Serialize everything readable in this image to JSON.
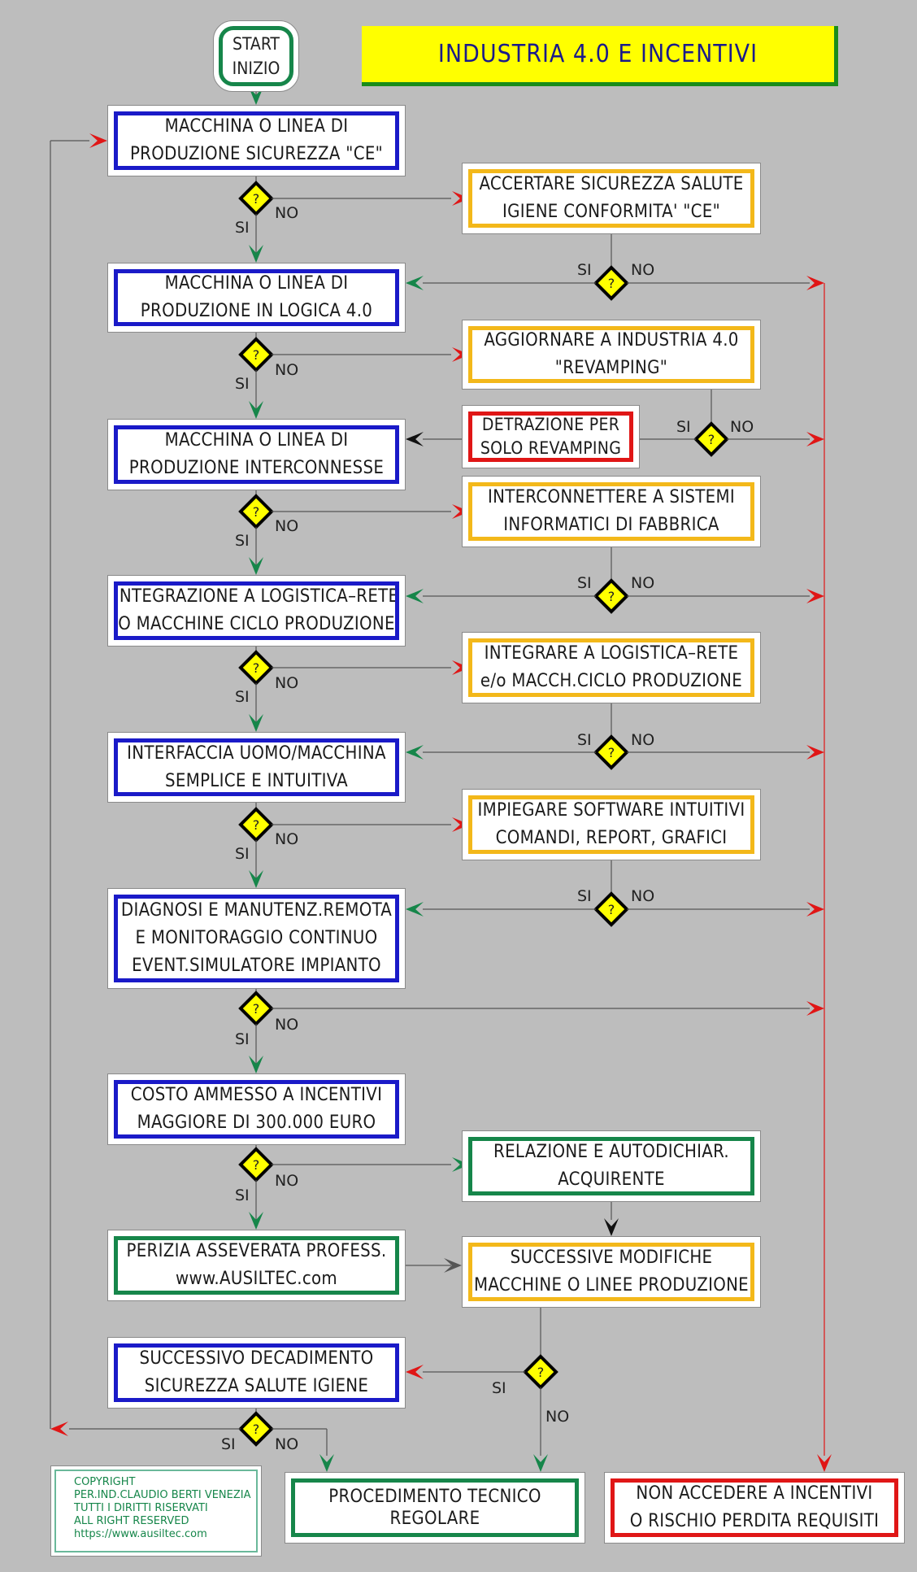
{
  "title": "INDUSTRIA 4.0 E INCENTIVI",
  "start": {
    "line1": "START",
    "line2": "INIZIO"
  },
  "boxes": {
    "b1": [
      "MACCHINA O LINEA DI",
      "PRODUZIONE SICUREZZA \"CE\""
    ],
    "b2": [
      "MACCHINA O LINEA DI",
      "PRODUZIONE IN LOGICA 4.0"
    ],
    "b3": [
      "MACCHINA O LINEA DI",
      "PRODUZIONE INTERCONNESSE"
    ],
    "b4": [
      "INTEGRAZIONE A LOGISTICA–RETE",
      "O MACCHINE CICLO PRODUZIONE"
    ],
    "b5": [
      "INTERFACCIA UOMO/MACCHINA",
      "SEMPLICE E INTUITIVA"
    ],
    "b6": [
      "DIAGNOSI E MANUTENZ.REMOTA",
      "E MONITORAGGIO CONTINUO",
      "EVENT.SIMULATORE IMPIANTO"
    ],
    "b7": [
      "COSTO AMMESSO A INCENTIVI",
      "MAGGIORE DI 300.000 EURO"
    ],
    "b8": [
      "PERIZIA ASSEVERATA PROFESS.",
      "www.AUSILTEC.com"
    ],
    "b9": [
      "SUCCESSIVO DECADIMENTO",
      "SICUREZZA SALUTE IGIENE"
    ],
    "r1": [
      "ACCERTARE SICUREZZA SALUTE",
      "IGIENE CONFORMITA' \"CE\""
    ],
    "r2": [
      "AGGIORNARE A INDUSTRIA 4.0",
      "\"REVAMPING\""
    ],
    "r3": [
      "INTERCONNETTERE A SISTEMI",
      "INFORMATICI DI FABBRICA"
    ],
    "r4": [
      "INTEGRARE A LOGISTICA–RETE",
      "e/o MACCH.CICLO PRODUZIONE"
    ],
    "r5": [
      "IMPIEGARE SOFTWARE INTUITIVI",
      "COMANDI, REPORT, GRAFICI"
    ],
    "r6": [
      "RELAZIONE E AUTODICHIAR.",
      "ACQUIRENTE"
    ],
    "r7": [
      "SUCCESSIVE MODIFICHE",
      "MACCHINE O LINEE PRODUZIONE"
    ],
    "rev": [
      "DETRAZIONE PER",
      "SOLO REVAMPING"
    ],
    "end1": [
      "PROCEDIMENTO TECNICO",
      "REGOLARE"
    ],
    "end2": [
      "NON ACCEDERE A INCENTIVI",
      "O RISCHIO PERDITA REQUISITI"
    ]
  },
  "labels": {
    "yes": "SI",
    "no": "NO",
    "decision_mark": "?"
  },
  "copyright": [
    "COPYRIGHT",
    "PER.IND.CLAUDIO BERTI VENEZIA",
    "TUTTI I DIRITTI RISERVATI",
    "ALL RIGHT RESERVED",
    "https://www.ausiltec.com"
  ],
  "colors": {
    "blue": "#1a1ac8",
    "orange": "#f3b81a",
    "red": "#e01616",
    "green": "#16864a",
    "title_bg": "#ffff00",
    "decision": "#ffff00",
    "background": "#bdbdbd"
  }
}
